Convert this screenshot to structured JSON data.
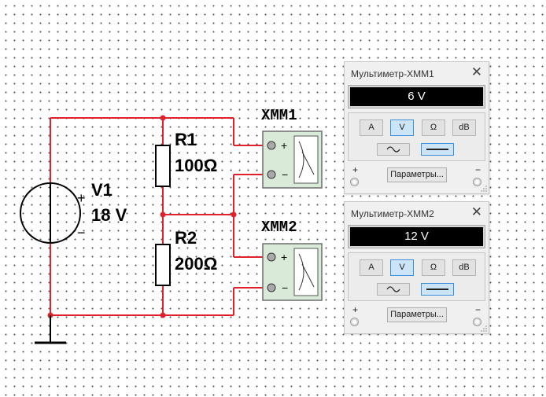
{
  "circuit": {
    "source": {
      "name": "V1",
      "value": "18 V",
      "plus": "+",
      "minus": "−"
    },
    "resistors": [
      {
        "name": "R1",
        "value": "100Ω"
      },
      {
        "name": "R2",
        "value": "200Ω"
      }
    ],
    "meters": [
      {
        "name": "XMM1",
        "plus": "+",
        "minus": "−"
      },
      {
        "name": "XMM2",
        "plus": "+",
        "minus": "−"
      }
    ],
    "wire_color": "#e0202a"
  },
  "panels": [
    {
      "title": "Мультиметр-XMM1",
      "close": "✕",
      "reading": "6 V",
      "modes": [
        "A",
        "V",
        "Ω",
        "dB"
      ],
      "active_mode": "V",
      "active_wave": "dc",
      "params_label": "Параметры...",
      "plus": "+",
      "minus": "−"
    },
    {
      "title": "Мультиметр-XMM2",
      "close": "✕",
      "reading": "12 V",
      "modes": [
        "A",
        "V",
        "Ω",
        "dB"
      ],
      "active_mode": "V",
      "active_wave": "dc",
      "params_label": "Параметры...",
      "plus": "+",
      "minus": "−"
    }
  ],
  "colors": {
    "active_button": "#cce4f7",
    "display_bg": "#000000",
    "meter_fill": "#d9ead9"
  }
}
